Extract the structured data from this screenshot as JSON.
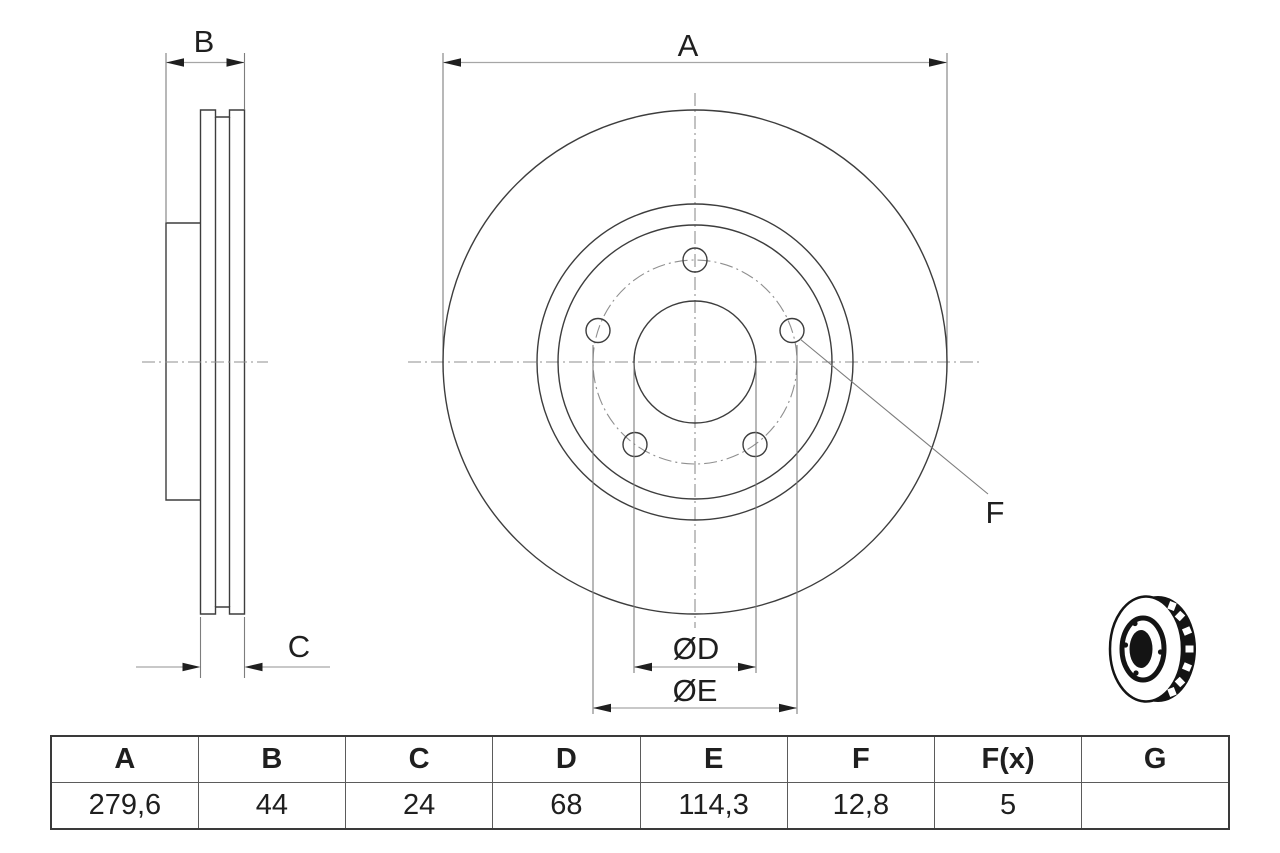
{
  "drawing": {
    "labels": {
      "outer_diameter": "A",
      "total_width": "B",
      "friction_ring_thickness": "C",
      "center_bore_diameter": "ØD",
      "bolt_circle_diameter": "ØE",
      "bolt_hole": "F"
    }
  },
  "table": {
    "headers": [
      "A",
      "B",
      "C",
      "D",
      "E",
      "F",
      "F(x)",
      "G"
    ],
    "values": [
      "279,6",
      "44",
      "24",
      "68",
      "114,3",
      "12,8",
      "5",
      ""
    ]
  },
  "icon": {
    "name": "vented-brake-disc-3d-icon"
  },
  "colors": {
    "background": "#ffffff",
    "outline": "#3d3d3d",
    "dimension": "#a6a6a6",
    "centerline": "#8f8f8f",
    "arrow": "#1f1f1f",
    "text": "#1f1f1f",
    "icon": "#141414"
  }
}
